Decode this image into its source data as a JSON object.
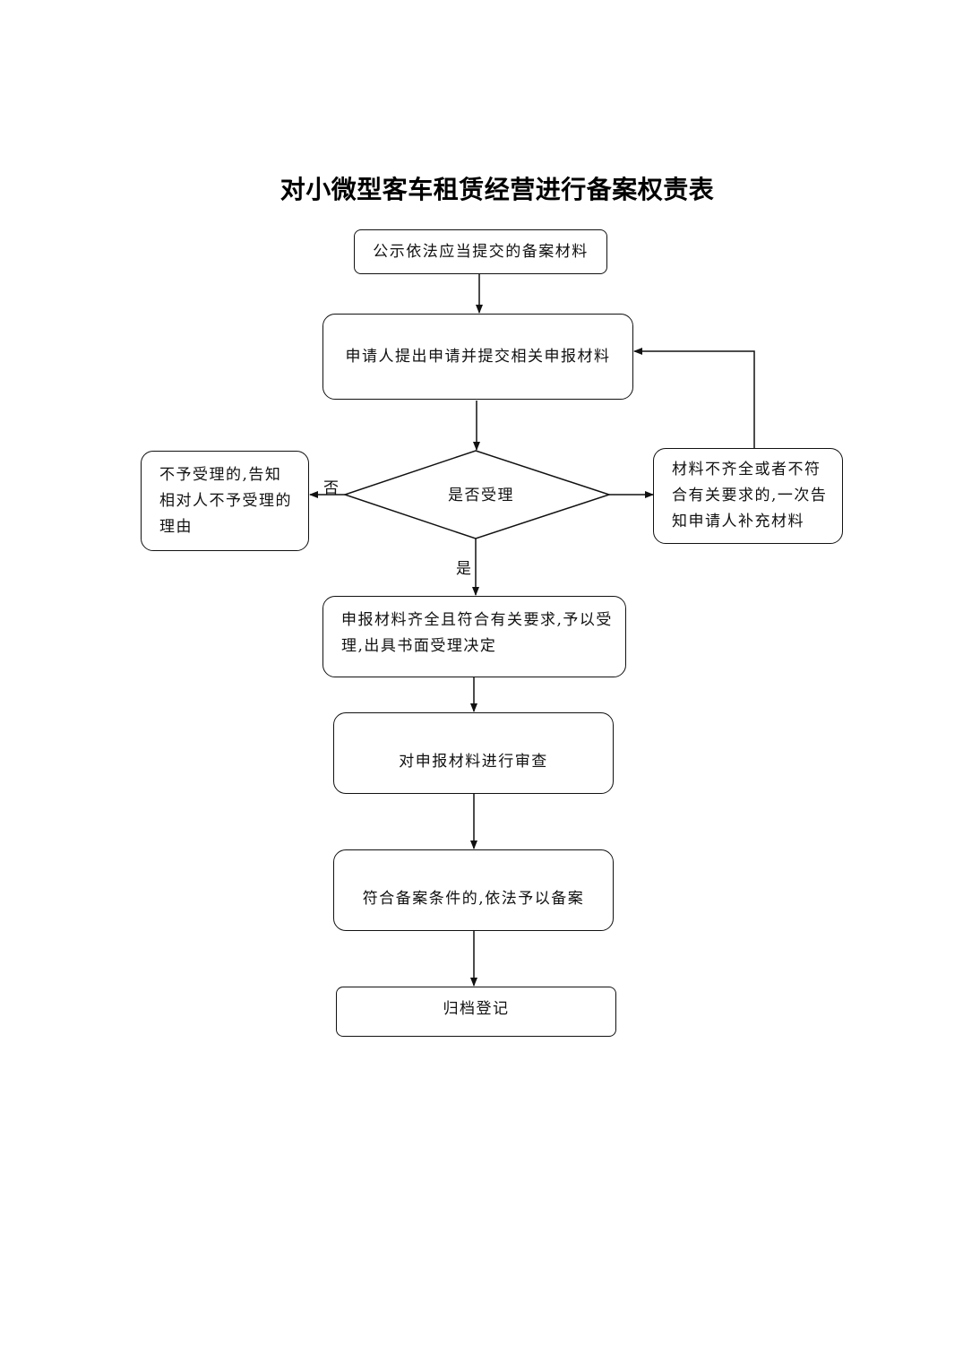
{
  "title": "对小微型客车租赁经营进行备案权责表",
  "nodes": {
    "publicize": "公示依法应当提交的备案材料",
    "apply": "申请人提出申请并提交相关申报材料",
    "decision": "是否受理",
    "reject": "不予受理的,告知相对人不予受理的理由",
    "supplement": "材料不齐全或者不符合有关要求的,一次告知申请人补充材料",
    "accept": "申报材料齐全且符合有关要求,予以受理,出具书面受理决定",
    "review": "对申报材料进行审查",
    "approve": "符合备案条件的,依法予以备案",
    "archive": "归档登记"
  },
  "edge_labels": {
    "no": "否",
    "yes": "是"
  }
}
